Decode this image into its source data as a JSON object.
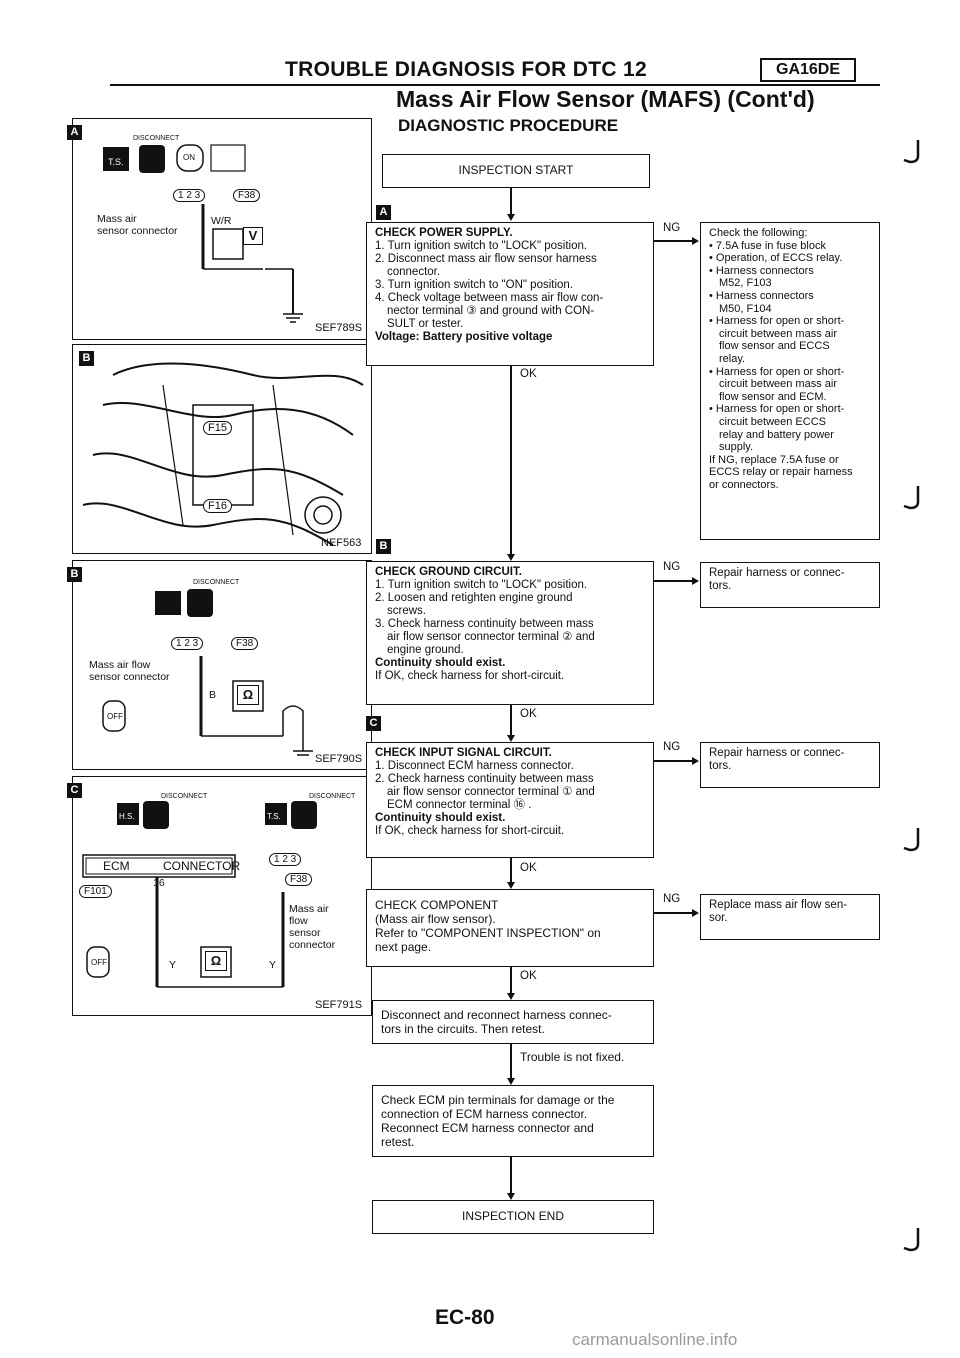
{
  "header": {
    "title": "TROUBLE DIAGNOSIS FOR DTC 12",
    "engine_code": "GA16DE",
    "subtitle": "Mass Air Flow Sensor (MAFS) (Cont'd)",
    "procedure": "DIAGNOSTIC PROCEDURE"
  },
  "flow": {
    "start": "INSPECTION START",
    "end": "INSPECTION END",
    "step_a": {
      "letter": "A",
      "head": "CHECK POWER SUPPLY.",
      "l1": "1. Turn ignition switch to \"LOCK\" position.",
      "l2": "2. Disconnect mass air flow sensor harness",
      "l2b": "connector.",
      "l3": "3. Turn ignition switch to \"ON\" position.",
      "l4": "4. Check voltage between mass air flow con-",
      "l4b": "nector terminal ③ and ground with CON-",
      "l4c": "SULT or tester.",
      "result": "Voltage: Battery positive voltage",
      "ng": "NG",
      "ok": "OK"
    },
    "ng_a": {
      "l1": "Check the following:",
      "l2": "• 7.5A fuse in fuse block",
      "l3": "• Operation, of ECCS relay.",
      "l4": "• Harness connectors",
      "l5": "M52, F103",
      "l6": "• Harness connectors",
      "l7": "M50, F104",
      "l8": "• Harness for open or short-",
      "l9": "circuit between mass air",
      "l10": "flow sensor and ECCS",
      "l11": "relay.",
      "l12": "• Harness for open or short-",
      "l13": "circuit between mass air",
      "l14": "flow sensor and ECM.",
      "l15": "• Harness for open or short-",
      "l16": "circuit between ECCS",
      "l17": "relay and battery power",
      "l18": "supply.",
      "l19": "If NG, replace 7.5A fuse or",
      "l20": "ECCS relay or repair harness",
      "l21": "or connectors."
    },
    "step_b": {
      "letter": "B",
      "head": "CHECK GROUND CIRCUIT.",
      "l1": "1. Turn ignition switch to \"LOCK\" position.",
      "l2": "2. Loosen and retighten engine ground",
      "l2b": "screws.",
      "l3": "3. Check harness continuity between mass",
      "l3b": "air flow sensor connector terminal ② and",
      "l3c": "engine ground.",
      "result": "Continuity should exist.",
      "note": "If OK, check harness for short-circuit.",
      "ng": "NG",
      "ok": "OK",
      "ng_box": "Repair harness or connec-",
      "ng_box2": "tors."
    },
    "step_c": {
      "letter": "C",
      "head": "CHECK INPUT SIGNAL CIRCUIT.",
      "l1": "1. Disconnect ECM harness connector.",
      "l2": "2. Check harness continuity between mass",
      "l2b": "air flow sensor connector terminal ① and",
      "l2c": "ECM connector terminal ⑯ .",
      "result": "Continuity should exist.",
      "note": "If OK, check harness for short-circuit.",
      "ng": "NG",
      "ok": "OK",
      "ng_box": "Repair harness or connec-",
      "ng_box2": "tors."
    },
    "step_d": {
      "l1": "CHECK COMPONENT",
      "l2": "(Mass air flow sensor).",
      "l3": "Refer to \"COMPONENT INSPECTION\" on",
      "l4": "next page.",
      "ng": "NG",
      "ok": "OK",
      "ng_box": "Replace mass air flow sen-",
      "ng_box2": "sor."
    },
    "step_e": {
      "l1": "Disconnect and reconnect harness connec-",
      "l2": "tors in the circuits. Then retest.",
      "after": "Trouble is not fixed."
    },
    "step_f": {
      "l1": "Check ECM pin terminals for damage or the",
      "l2": "connection of ECM harness connector.",
      "l3": "Reconnect ECM harness connector and",
      "l4": "retest."
    }
  },
  "figures": {
    "fig_a": {
      "letter": "A",
      "disconnect": "DISCONNECT",
      "on": "ON",
      "pins": "1 2 3",
      "conn": "F38",
      "label1": "Mass air",
      "label2": "sensor connector",
      "wire": "W/R",
      "meter": "V",
      "code": "SEF789S"
    },
    "fig_photo": {
      "letter": "B",
      "tag1": "F15",
      "tag2": "F16",
      "code": "NEF563"
    },
    "fig_b": {
      "letter": "B",
      "disconnect": "DISCONNECT",
      "off": "OFF",
      "pins": "1 2 3",
      "conn": "F38",
      "label1": "Mass air flow",
      "label2": "sensor connector",
      "wire": "B",
      "meter": "Ω",
      "code": "SEF790S"
    },
    "fig_c": {
      "letter": "C",
      "disconnect1": "DISCONNECT",
      "disconnect2": "DISCONNECT",
      "hs": "H.S.",
      "ts": "T.S.",
      "ecm": "ECM",
      "connector": "CONNECTOR",
      "conn_left": "F101",
      "pin16": "16",
      "pins": "1 2 3",
      "conn": "F38",
      "label1": "Mass air",
      "label2": "flow",
      "label3": "sensor",
      "label4": "connector",
      "wire1": "Y",
      "wire2": "Y",
      "meter": "Ω",
      "off": "OFF",
      "code": "SEF791S"
    }
  },
  "footer": {
    "page": "EC-80",
    "watermark": "carmanualsonline.info"
  }
}
